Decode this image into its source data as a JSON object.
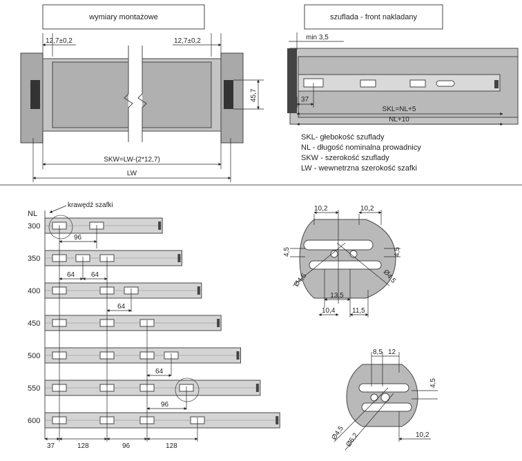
{
  "top_left": {
    "title": "wymiary montażowe",
    "dim_left": "12,7±0,2",
    "dim_right": "12,7±0,2",
    "dim_height": "45,7",
    "skw_formula": "SKW=LW-(2*12,7)",
    "lw_label": "LW"
  },
  "top_right": {
    "title": "szuflada - front nakladany",
    "min_label": "min 3,5",
    "dim_37": "37",
    "skl_formula": "SKL=NL+5",
    "nl10_formula": "NL+10",
    "legend": [
      "SKL- głebokość szuflady",
      "NL - długość nominalna prowadnicy",
      "SKW - szerokość szuflady",
      "LW - wewnetrzna szerokość szafki"
    ]
  },
  "rails": {
    "nl_header": "NL",
    "edge_label": "krawędź szafki",
    "items": [
      {
        "nl": "300",
        "length": 300
      },
      {
        "nl": "350",
        "length": 350
      },
      {
        "nl": "400",
        "length": 400
      },
      {
        "nl": "450",
        "length": 450
      },
      {
        "nl": "500",
        "length": 500
      },
      {
        "nl": "550",
        "length": 550
      },
      {
        "nl": "600",
        "length": 600
      }
    ],
    "dim_96a": "96",
    "dim_64a": "64",
    "dim_64b": "64",
    "dim_64c": "64",
    "dim_64d": "64",
    "dim_96b": "96",
    "bottom_37": "37",
    "bottom_128a": "128",
    "bottom_96": "96",
    "bottom_128b": "128"
  },
  "detail_upper": {
    "w1": "10,2",
    "w2": "10,2",
    "h_left": "4,5",
    "h_right": "4,5",
    "dia_left": "Ø4,5",
    "dia_right": "Ø4,5",
    "span": "13,5",
    "b_left": "10,4",
    "b_right": "11,5"
  },
  "detail_lower": {
    "w1": "8,5",
    "w2": "12",
    "h": "4,5",
    "dia1": "Ø4,5",
    "dia2": "Ø6,2",
    "b": "10,2"
  },
  "colors": {
    "gray_dark": "#8a8a8a",
    "gray_mid": "#a9a9a9",
    "gray_light": "#c4c4c4",
    "panel": "#b9b9b9",
    "line": "#222222"
  }
}
